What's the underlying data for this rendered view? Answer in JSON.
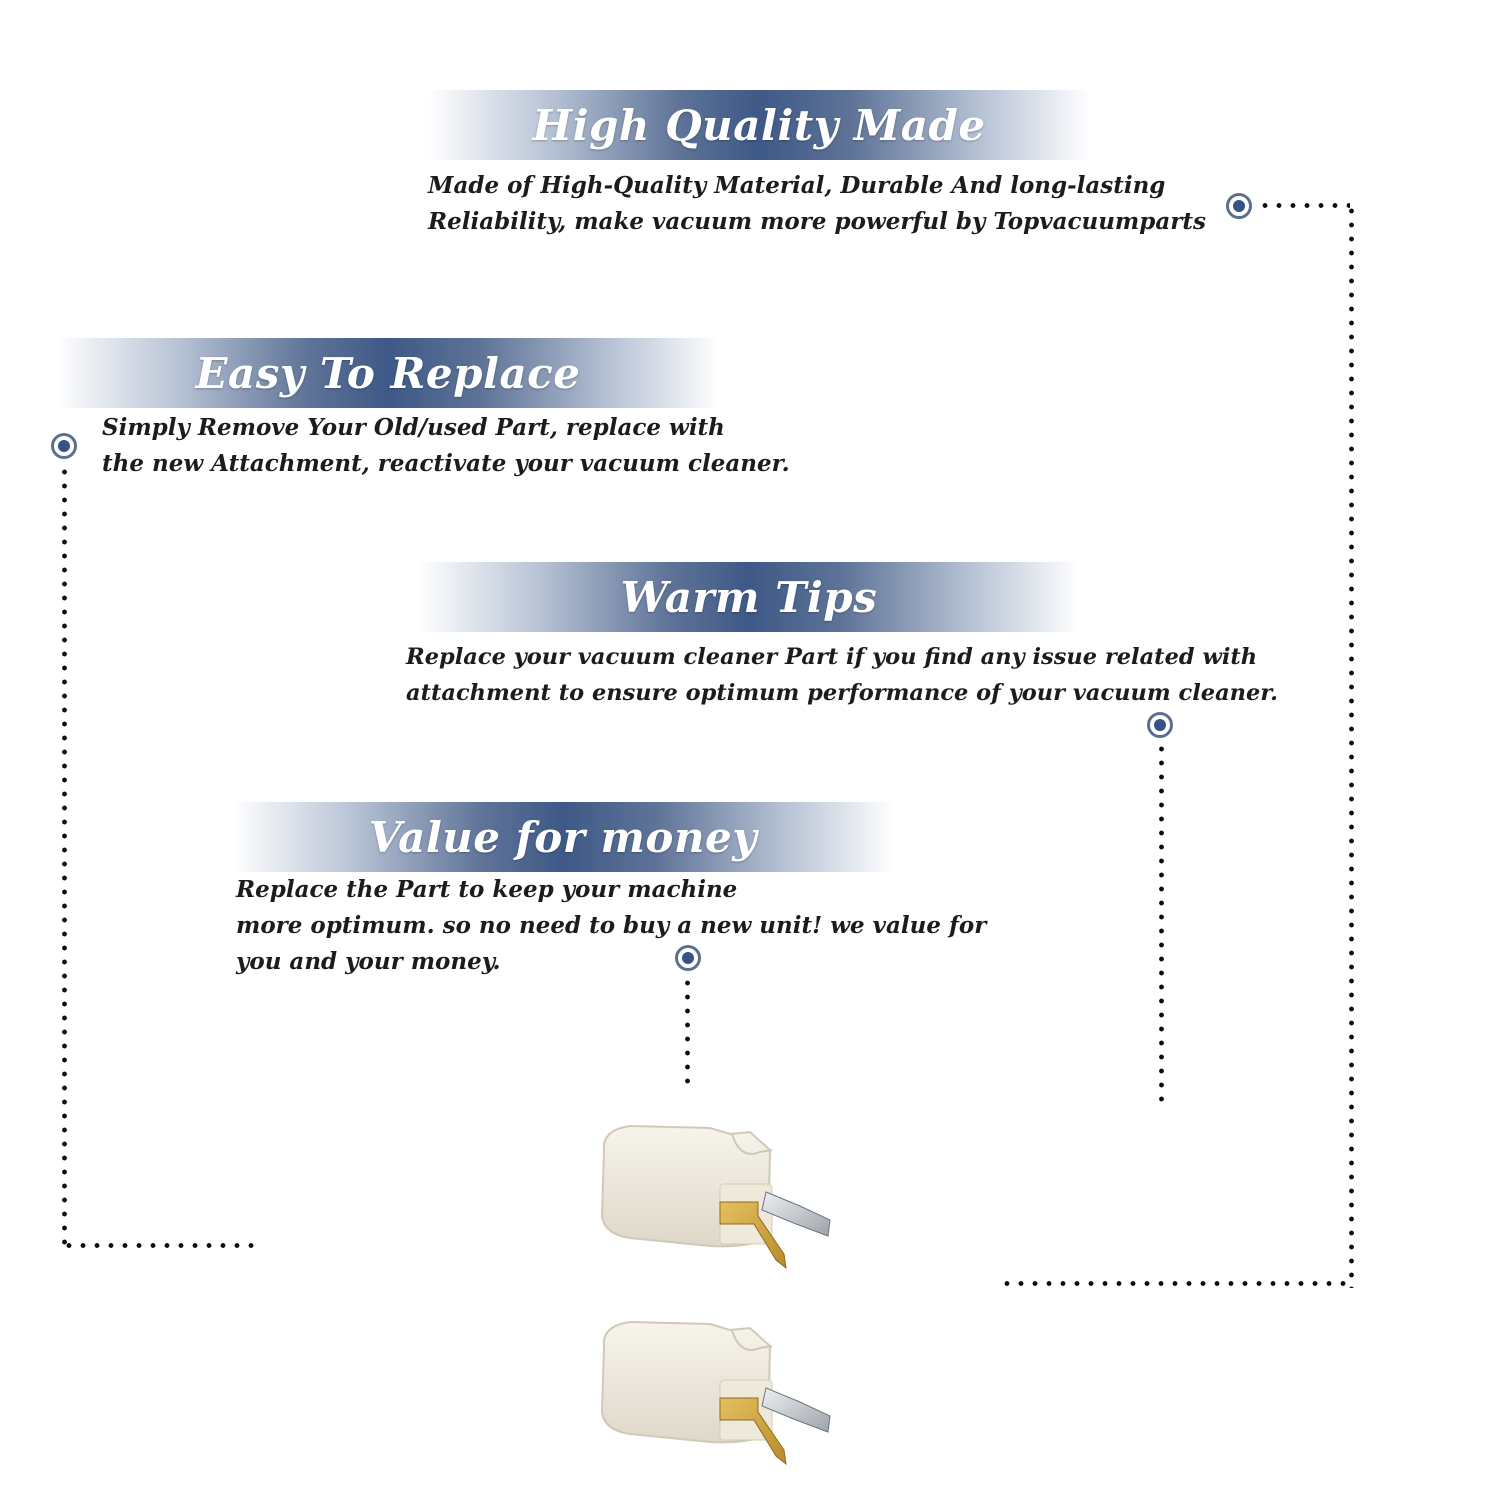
{
  "sections": [
    {
      "title": "High Quality Made",
      "lines": [
        "Made of  High-Quality Material, Durable And long-lasting",
        "Reliability, make vacuum more powerful by Topvacuumparts"
      ]
    },
    {
      "title": "Easy To Replace",
      "lines": [
        "Simply Remove Your Old/used Part, replace with",
        "the new Attachment, reactivate your vacuum cleaner."
      ]
    },
    {
      "title": "Warm Tips",
      "lines": [
        "Replace your vacuum cleaner Part if you find any issue related with",
        " attachment to ensure optimum performance of your vacuum cleaner."
      ]
    },
    {
      "title": "Value for money",
      "lines": [
        "Replace the Part to keep your machine",
        "more optimum. so no need to buy a new unit! we value for",
        "you and your money."
      ]
    }
  ],
  "colors": {
    "banner_dark": "#3e5987",
    "marker_fill": "#355386",
    "text": "#1c1c1c"
  },
  "product": {
    "description": "two white electrical plugs with brass and silver prongs"
  }
}
